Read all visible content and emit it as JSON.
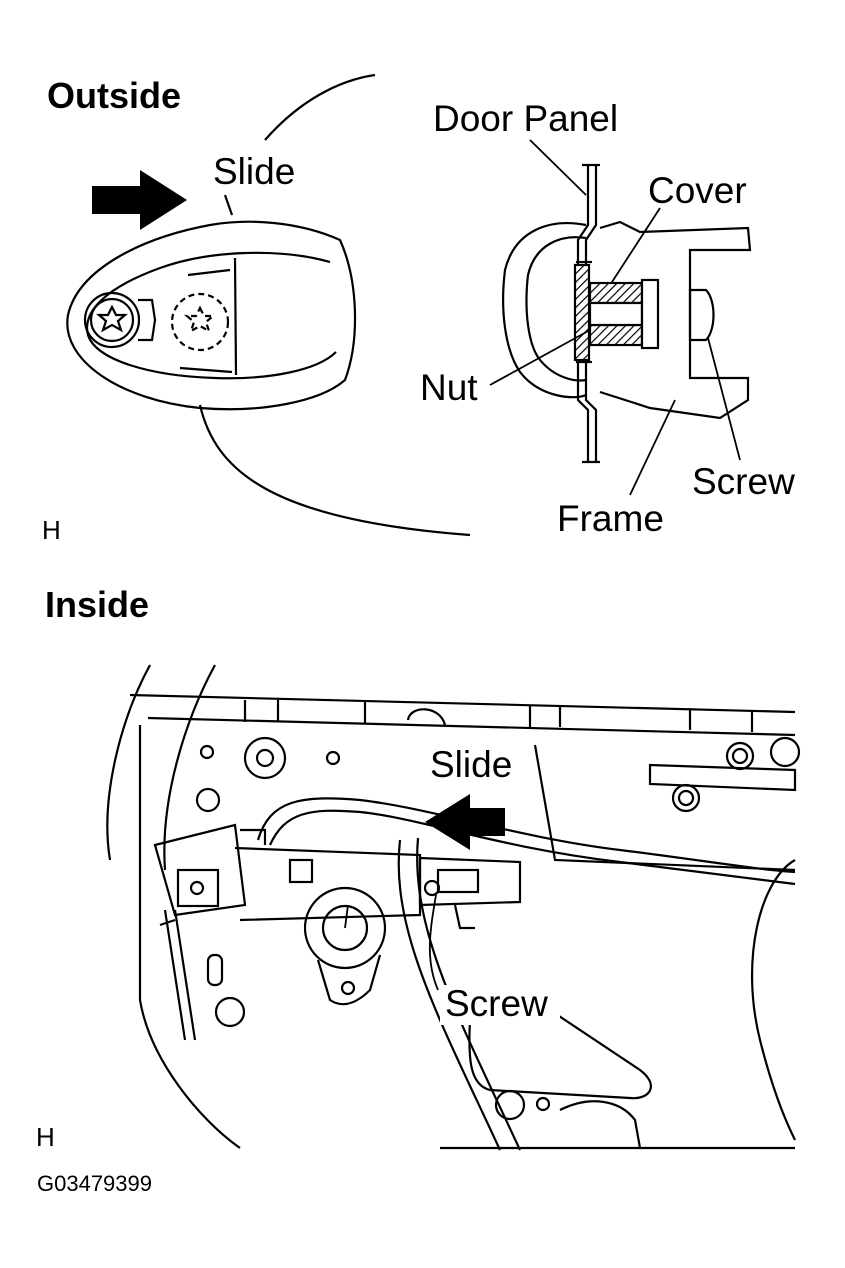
{
  "outside": {
    "heading": "Outside",
    "slide_label": "Slide",
    "door_panel_label": "Door Panel",
    "cover_label": "Cover",
    "nut_label": "Nut",
    "screw_label": "Screw",
    "frame_label": "Frame",
    "corner_mark": "H"
  },
  "inside": {
    "heading": "Inside",
    "slide_label": "Slide",
    "screw_label": "Screw",
    "corner_mark": "H"
  },
  "figure_code": "G03479399",
  "colors": {
    "ink": "#000000",
    "paper": "#ffffff",
    "hatch": "#000000"
  }
}
